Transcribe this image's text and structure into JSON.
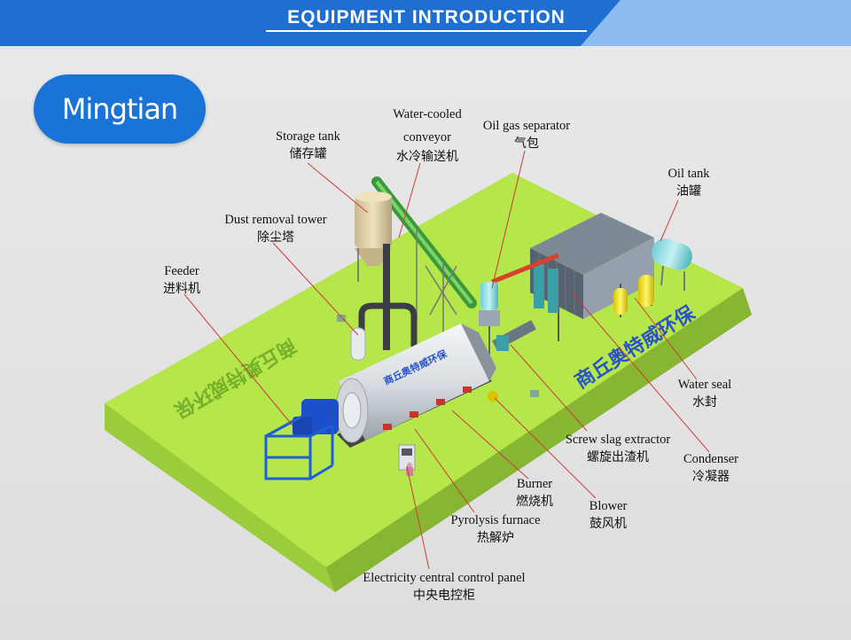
{
  "header": {
    "title": "EQUIPMENT INTRODUCTION"
  },
  "brand": {
    "name": "Mingtian"
  },
  "floor_text": {
    "right": "商丘奥特威环保",
    "left": "商丘奥特威环保",
    "furnace": "商丘奥特威环保"
  },
  "labels": {
    "storage_tank": {
      "en": "Storage tank",
      "cn": "储存罐"
    },
    "water_cooled_conveyor": {
      "en1": "Water-cooled",
      "en2": "conveyor",
      "cn": "水冷输送机"
    },
    "oil_gas_separator": {
      "en": "Oil gas separator",
      "cn": "气包"
    },
    "oil_tank": {
      "en": "Oil tank",
      "cn": "油罐"
    },
    "dust_removal_tower": {
      "en": "Dust removal tower",
      "cn": "除尘塔"
    },
    "feeder": {
      "en": "Feeder",
      "cn": "进料机"
    },
    "water_seal": {
      "en": "Water seal",
      "cn": "水封"
    },
    "screw_slag_extractor": {
      "en": "Screw slag extractor",
      "cn": "螺旋出渣机"
    },
    "condenser": {
      "en": "Condenser",
      "cn": "冷凝器"
    },
    "burner": {
      "en": "Burner",
      "cn": "燃烧机"
    },
    "blower": {
      "en": "Blower",
      "cn": "鼓风机"
    },
    "pyrolysis_furnace": {
      "en": "Pyrolysis furnace",
      "cn": "热解炉"
    },
    "control_panel": {
      "en": "Electricity central control panel",
      "cn": "中央电控柜"
    }
  },
  "colors": {
    "header_blue": "#1e6fd0",
    "brand_blue": "#1a73d6",
    "platform_green": "#b5e64a",
    "leader_line": "#d03a3a"
  }
}
